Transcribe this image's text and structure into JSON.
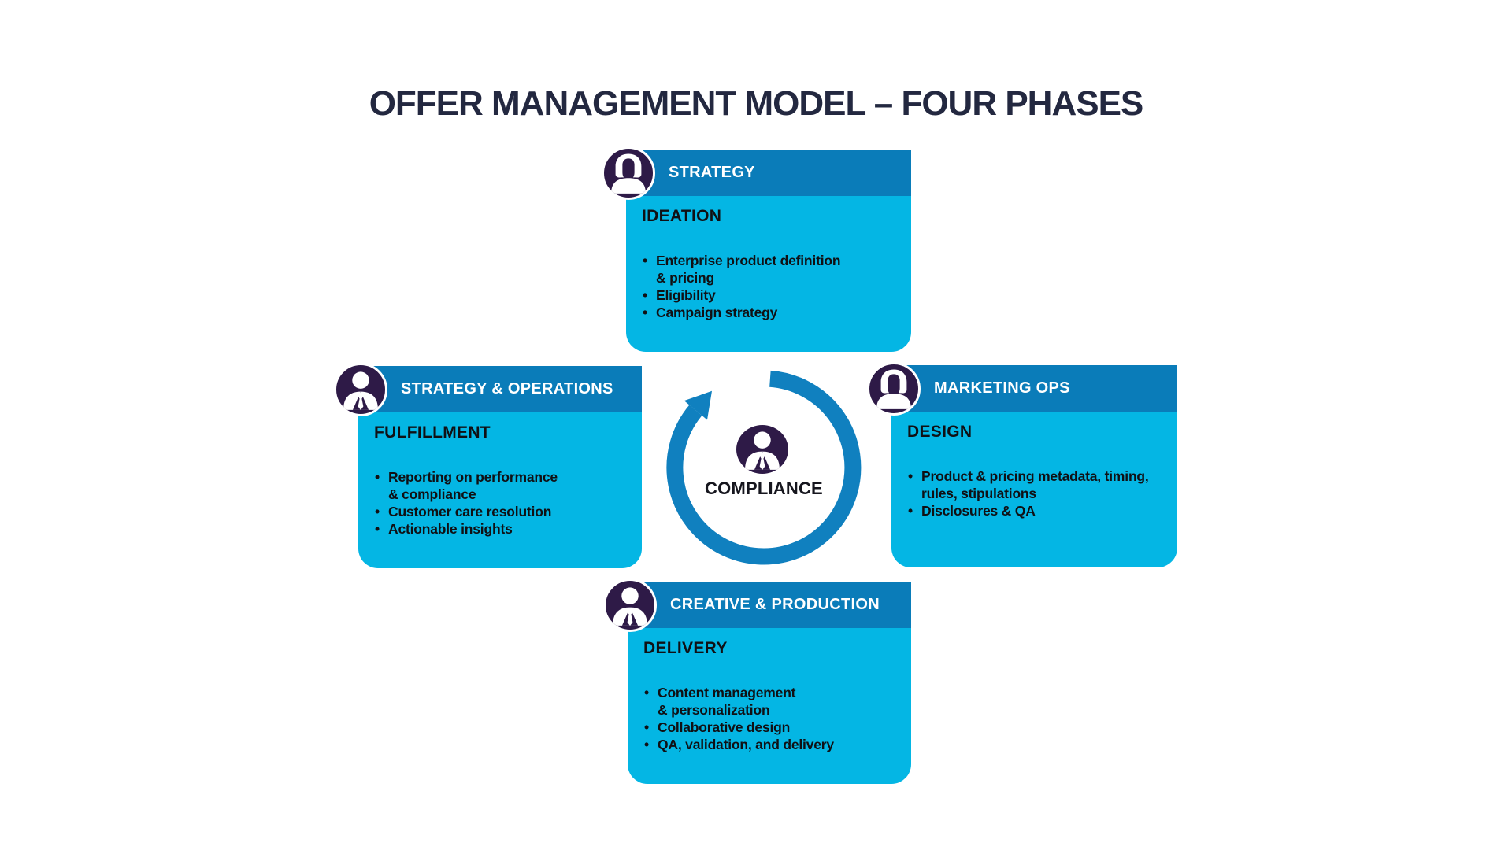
{
  "page": {
    "title": "OFFER MANAGEMENT MODEL – FOUR PHASES"
  },
  "colors": {
    "header_blue": "#0a7cb9",
    "body_cyan": "#04b6e4",
    "icon_purple": "#2e1a47",
    "arrow_blue": "#1080bf",
    "title_navy": "#232840",
    "body_text": "#101014",
    "header_text": "#ffffff"
  },
  "center": {
    "label": "COMPLIANCE",
    "icon": "person-male-icon",
    "arrow": "clockwise-cycle-arrow"
  },
  "cards": [
    {
      "id": "top",
      "header": "STRATEGY",
      "icon": "person-female-icon",
      "subtitle": "IDEATION",
      "bullets": [
        "Enterprise product definition\n& pricing",
        "Eligibility",
        "Campaign strategy"
      ]
    },
    {
      "id": "left",
      "header": "STRATEGY & OPERATIONS",
      "icon": "person-male-icon",
      "subtitle": "FULFILLMENT",
      "bullets": [
        "Reporting on performance\n& compliance",
        "Customer care resolution",
        "Actionable insights"
      ]
    },
    {
      "id": "right",
      "header": "MARKETING OPS",
      "icon": "person-female-icon",
      "subtitle": "DESIGN",
      "bullets": [
        "Product & pricing metadata, timing,\nrules, stipulations",
        "Disclosures & QA"
      ]
    },
    {
      "id": "bottom",
      "header": "CREATIVE & PRODUCTION",
      "icon": "person-male-icon",
      "subtitle": "DELIVERY",
      "bullets": [
        "Content management\n& personalization",
        "Collaborative design",
        "QA, validation, and delivery"
      ]
    }
  ]
}
